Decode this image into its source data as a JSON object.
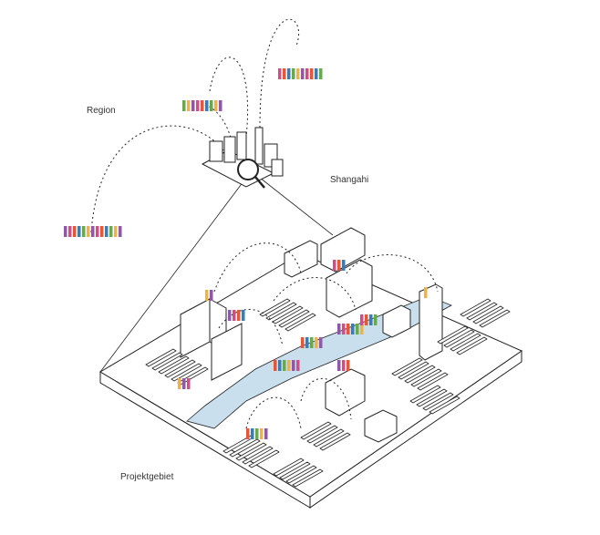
{
  "labels": {
    "region": "Region",
    "city": "Shangahi",
    "project_area": "Projektgebiet"
  },
  "colors": {
    "line": "#222222",
    "water": "#c9dfee",
    "people": [
      "#e05a3a",
      "#3a7bbf",
      "#6aa84f",
      "#f0b43c",
      "#8e5aa8",
      "#d9498a"
    ]
  }
}
